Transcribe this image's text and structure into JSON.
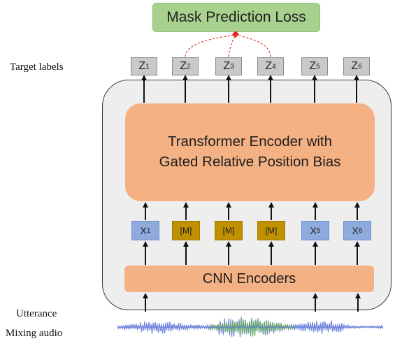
{
  "loss_label": "Mask Prediction Loss",
  "target_labels": "Target labels",
  "transformer": {
    "line1": "Transformer Encoder with",
    "line2": "Gated Relative Position Bias"
  },
  "cnn_label": "CNN Encoders",
  "utterance_label": "Utterance",
  "mixing_label": "Mixing  audio",
  "targets": [
    {
      "base": "Z",
      "sub": "1"
    },
    {
      "base": "Z",
      "sub": "2"
    },
    {
      "base": "Z",
      "sub": "3"
    },
    {
      "base": "Z",
      "sub": "4"
    },
    {
      "base": "Z",
      "sub": "5"
    },
    {
      "base": "Z",
      "sub": "6"
    }
  ],
  "inputs": [
    {
      "kind": "x",
      "base": "X",
      "sub": "1"
    },
    {
      "kind": "mask",
      "text": "[M]"
    },
    {
      "kind": "mask",
      "text": "[M]"
    },
    {
      "kind": "mask",
      "text": "[M]"
    },
    {
      "kind": "x",
      "base": "X",
      "sub": "5"
    },
    {
      "kind": "x",
      "base": "X",
      "sub": "6"
    }
  ],
  "colors": {
    "loss_fill": "#a9d18e",
    "encoder_fill": "#f4b183",
    "target_fill": "#c9c9c9",
    "input_fill": "#8faadc",
    "mask_fill": "#bf9000",
    "loss_link": "#e8262a",
    "waveform_blue": "#5b72d6",
    "waveform_green": "#66a868"
  }
}
